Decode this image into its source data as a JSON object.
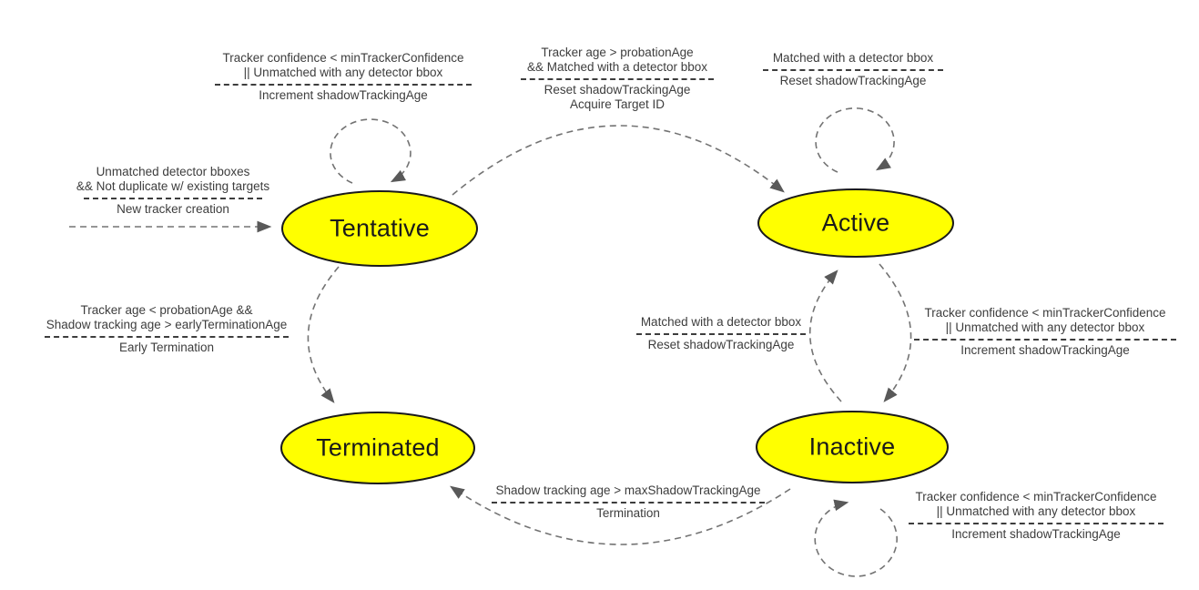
{
  "diagram": {
    "type": "state-machine",
    "colors": {
      "state_fill": "#ffff00",
      "state_stroke": "#1a1a1a",
      "arrow": "#737373",
      "label_text": "#3d3d3d"
    },
    "states": {
      "tentative": {
        "label": "Tentative"
      },
      "active": {
        "label": "Active"
      },
      "terminated": {
        "label": "Terminated"
      },
      "inactive": {
        "label": "Inactive"
      }
    },
    "transitions": {
      "new_tracker": {
        "condition1": "Unmatched detector bboxes",
        "condition2": "&& Not duplicate w/ existing targets",
        "action1": "New tracker creation"
      },
      "tentative_self": {
        "condition1": "Tracker confidence < minTrackerConfidence",
        "condition2": "|| Unmatched with any detector bbox",
        "action1": "Increment shadowTrackingAge"
      },
      "tentative_to_active": {
        "condition1": "Tracker age > probationAge",
        "condition2": "&& Matched with a detector bbox",
        "action1": "Reset shadowTrackingAge",
        "action2": "Acquire Target ID"
      },
      "active_self": {
        "condition1": "Matched with a detector bbox",
        "action1": "Reset shadowTrackingAge"
      },
      "tentative_to_terminated": {
        "condition1": "Tracker age <  probationAge &&",
        "condition2": "Shadow tracking age > earlyTerminationAge",
        "action1": "Early Termination"
      },
      "inactive_to_active": {
        "condition1": "Matched with a detector bbox",
        "action1": "Reset shadowTrackingAge"
      },
      "active_to_inactive": {
        "condition1": "Tracker confidence < minTrackerConfidence",
        "condition2": "|| Unmatched with any detector bbox",
        "action1": "Increment shadowTrackingAge"
      },
      "inactive_to_terminated": {
        "condition1": "Shadow tracking age > maxShadowTrackingAge",
        "action1": "Termination"
      },
      "inactive_self": {
        "condition1": "Tracker confidence < minTrackerConfidence",
        "condition2": "|| Unmatched with any detector bbox",
        "action1": "Increment shadowTrackingAge"
      }
    }
  }
}
